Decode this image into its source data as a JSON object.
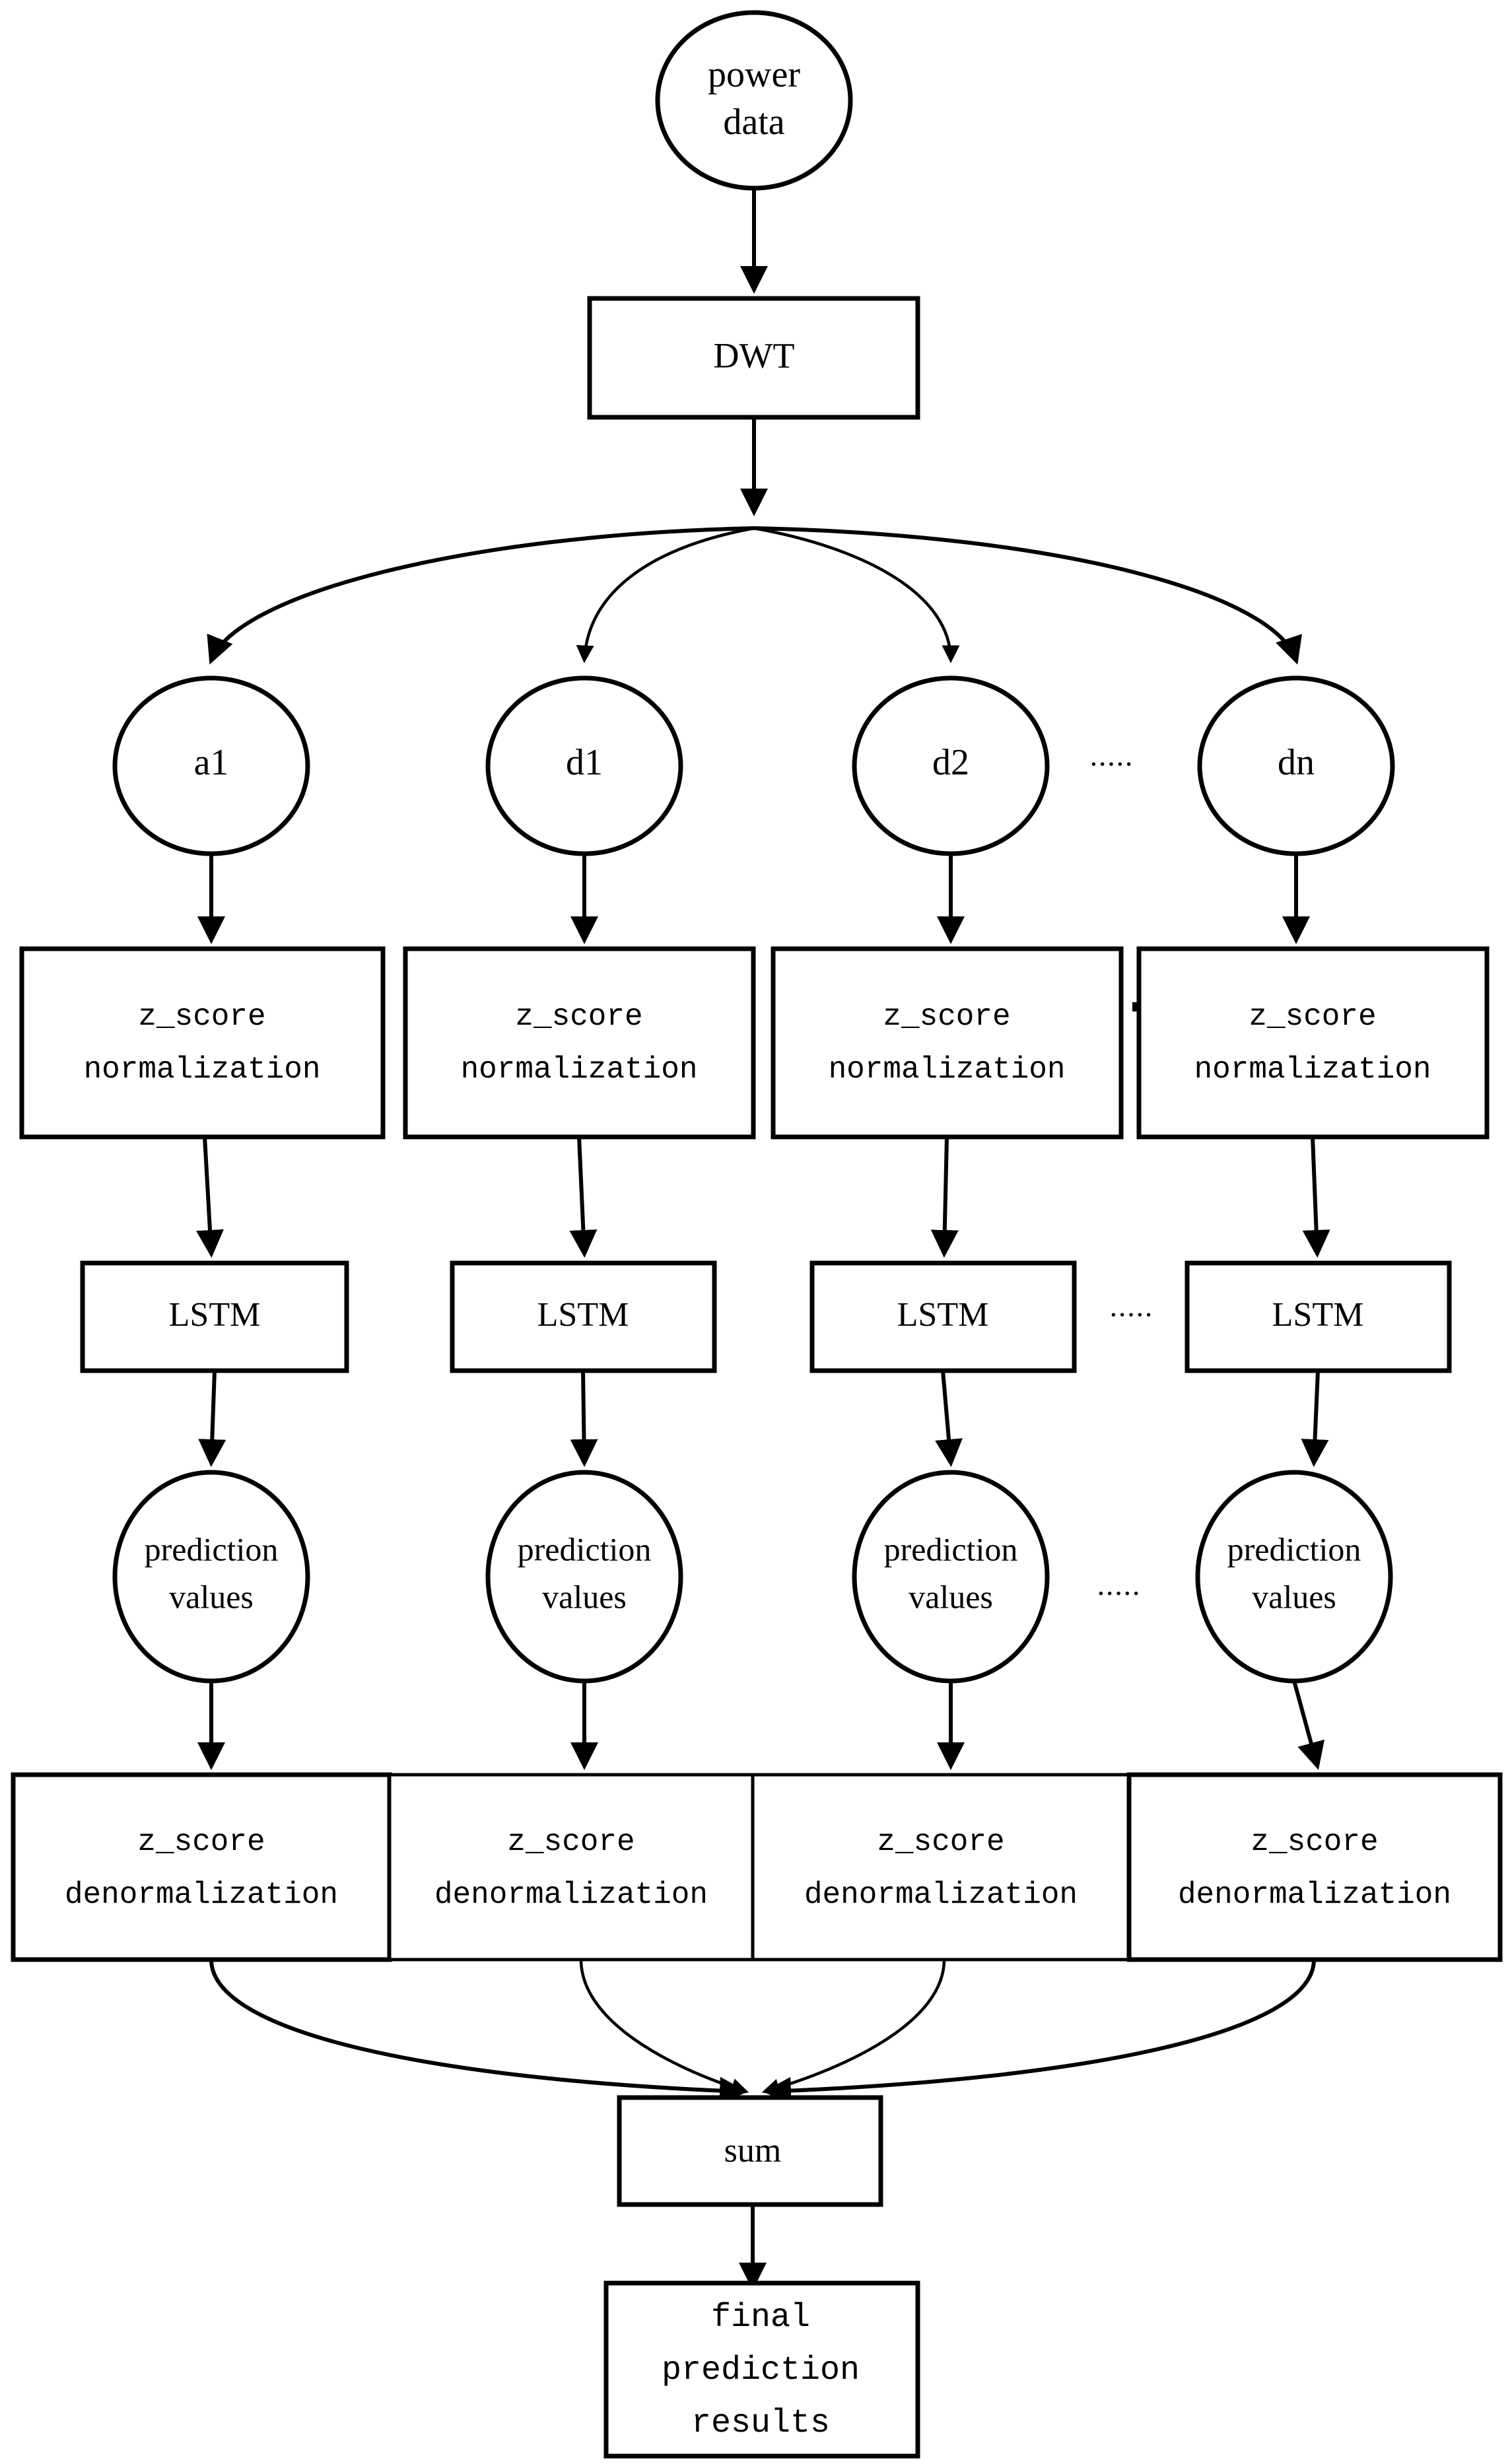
{
  "diagram": {
    "title": "DWT-LSTM power prediction flowchart",
    "colors": {
      "stroke": "#000000",
      "fill": "#ffffff",
      "background": "#ffffff"
    },
    "source_node": {
      "label_line1": "power",
      "label_line2": "data"
    },
    "transform_node": {
      "label": "DWT"
    },
    "ellipsis": "·····",
    "branches": [
      {
        "coefficient": "a1",
        "normalization_line1": "z_score",
        "normalization_line2": "normalization",
        "model": "LSTM",
        "prediction_line1": "prediction",
        "prediction_line2": "values",
        "denormalization_line1": "z_score",
        "denormalization_line2": "denormalization"
      },
      {
        "coefficient": "d1",
        "normalization_line1": "z_score",
        "normalization_line2": "normalization",
        "model": "LSTM",
        "prediction_line1": "prediction",
        "prediction_line2": "values",
        "denormalization_line1": "z_score",
        "denormalization_line2": "denormalization"
      },
      {
        "coefficient": "d2",
        "normalization_line1": "z_score",
        "normalization_line2": "normalization",
        "model": "LSTM",
        "prediction_line1": "prediction",
        "prediction_line2": "values",
        "denormalization_line1": "z_score",
        "denormalization_line2": "denormalization"
      },
      {
        "coefficient": "dn",
        "normalization_line1": "z_score",
        "normalization_line2": "normalization",
        "model": "LSTM",
        "prediction_line1": "prediction",
        "prediction_line2": "values",
        "denormalization_line1": "z_score",
        "denormalization_line2": "denormalization"
      }
    ],
    "aggregate_node": {
      "label": "sum"
    },
    "output_node": {
      "label_line1": "final",
      "label_line2": "prediction",
      "label_line3": "results"
    }
  }
}
